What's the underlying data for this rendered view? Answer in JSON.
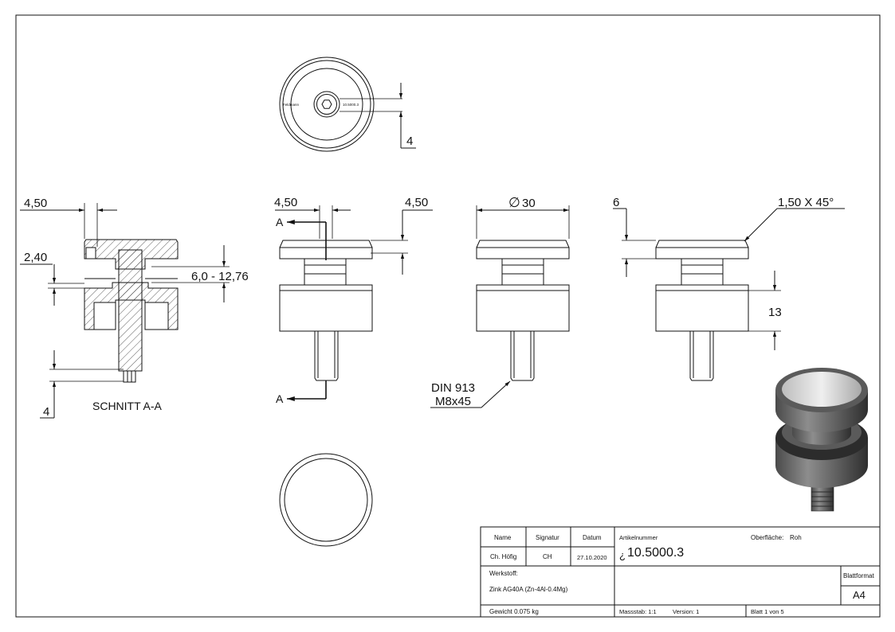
{
  "dimensions": {
    "d_4_top": "4",
    "d_450_a": "4,50",
    "d_240": "2,40",
    "d_6012": "6,0 - 12,76",
    "d_4_sec": "4",
    "section_title": "SCHNITT A-A",
    "d_450_b": "4,50",
    "d_450_c": "4,50",
    "sect_a_top": "A",
    "sect_a_bottom": "A",
    "d_dia30": "30",
    "diameter_symbol": "∅",
    "note_din": "DIN 913",
    "note_m8": "M8x45",
    "d_6": "6",
    "d_chamfer": "1,50 X 45°",
    "d_13": "13",
    "engrave_left": "Feldmann",
    "engrave_right": "10.5000.3"
  },
  "title_block": {
    "h_name": "Name",
    "h_sig": "Signatur",
    "h_date": "Datum",
    "name": "Ch. Höfig",
    "sig": "CH",
    "date": "27.10.2020",
    "artikel_label": "Artikelnummer",
    "artikel_prefix": "¿",
    "artikel_value": "10.5000.3",
    "oberflaeche_label": "Oberfläche:",
    "oberflaeche_value": "Roh",
    "werkstoff_label": "Werkstoff:",
    "werkstoff_value": "Zink AG40A (Zn-4Al-0.4Mg)",
    "blattformat_label": "Blattformat",
    "blattformat_value": "A4",
    "gewicht": "Gewicht 0.075 kg",
    "massstab": "Massstab: 1:1",
    "version": "Version: 1",
    "blatt": "Blatt 1 von 5"
  },
  "colors": {
    "line": "#111111",
    "hatch": "#333333",
    "render_dark": "#3c3c3c",
    "render_mid": "#6a6a6a",
    "render_light": "#d8d8d8"
  }
}
